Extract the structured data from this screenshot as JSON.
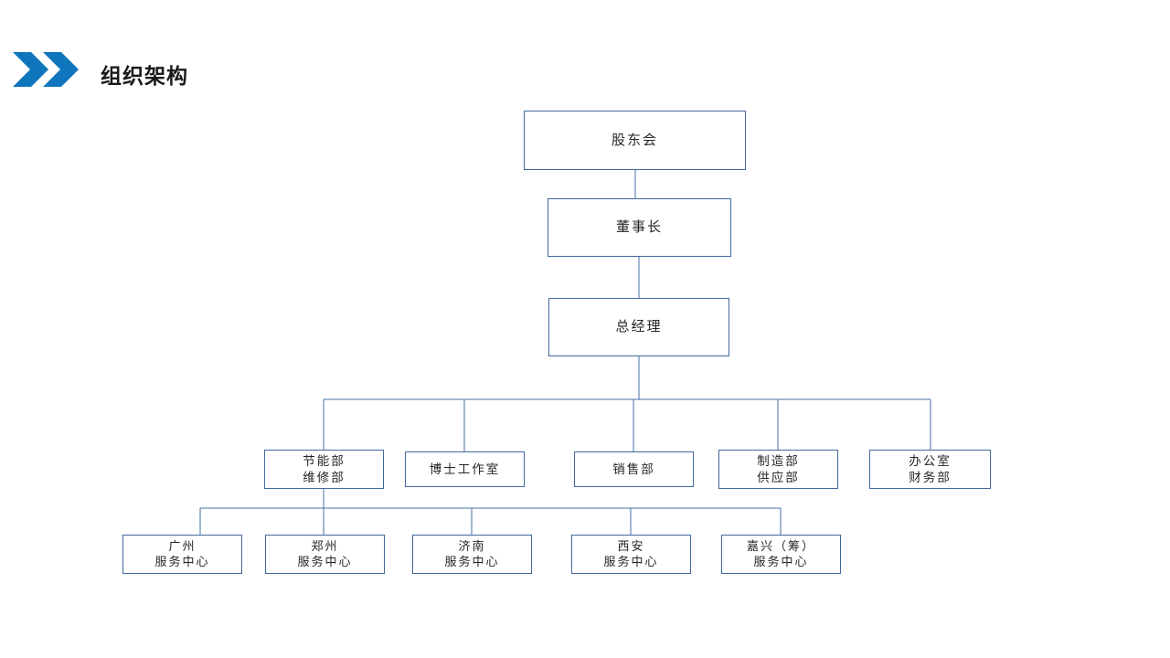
{
  "header": {
    "title": "组织架构",
    "chevron_icon": "double-chevron-right-icon",
    "accent_color": "#0f75bc"
  },
  "theme": {
    "box_border_color": "#41699c",
    "connector_color": "#4472a4",
    "text_color": "#262626",
    "background": "#ffffff"
  },
  "chart": {
    "type": "org-chart",
    "orientation": "top-down",
    "levels": [
      {
        "level": 1,
        "nodes": [
          {
            "id": "shareholders",
            "label": "股东会",
            "lines": [
              "股东会"
            ]
          }
        ]
      },
      {
        "level": 2,
        "nodes": [
          {
            "id": "chairman",
            "label": "董事长",
            "lines": [
              "董事长"
            ]
          }
        ]
      },
      {
        "level": 3,
        "nodes": [
          {
            "id": "general-manager",
            "label": "总经理",
            "lines": [
              "总经理"
            ]
          }
        ]
      },
      {
        "level": 4,
        "nodes": [
          {
            "id": "energy-maintenance",
            "label": "节能部 维修部",
            "lines": [
              "节能部",
              "维修部"
            ]
          },
          {
            "id": "doctor-studio",
            "label": "博士工作室",
            "lines": [
              "博士工作室"
            ]
          },
          {
            "id": "sales",
            "label": "销售部",
            "lines": [
              "销售部"
            ]
          },
          {
            "id": "manufacturing-supply",
            "label": "制造部 供应部",
            "lines": [
              "制造部",
              "供应部"
            ]
          },
          {
            "id": "office-finance",
            "label": "办公室 财务部",
            "lines": [
              "办公室",
              "财务部"
            ]
          }
        ]
      },
      {
        "level": 5,
        "nodes": [
          {
            "id": "guangzhou-center",
            "label": "广州服务中心",
            "lines": [
              "广州",
              "服务中心"
            ]
          },
          {
            "id": "zhengzhou-center",
            "label": "郑州服务中心",
            "lines": [
              "郑州",
              "服务中心"
            ]
          },
          {
            "id": "jinan-center",
            "label": "济南服务中心",
            "lines": [
              "济南",
              "服务中心"
            ]
          },
          {
            "id": "xian-center",
            "label": "西安服务中心",
            "lines": [
              "西安",
              "服务中心"
            ]
          },
          {
            "id": "jiaxing-center",
            "label": "嘉兴（筹）服务中心",
            "lines": [
              "嘉兴（筹）",
              "服务中心"
            ]
          }
        ]
      }
    ]
  }
}
